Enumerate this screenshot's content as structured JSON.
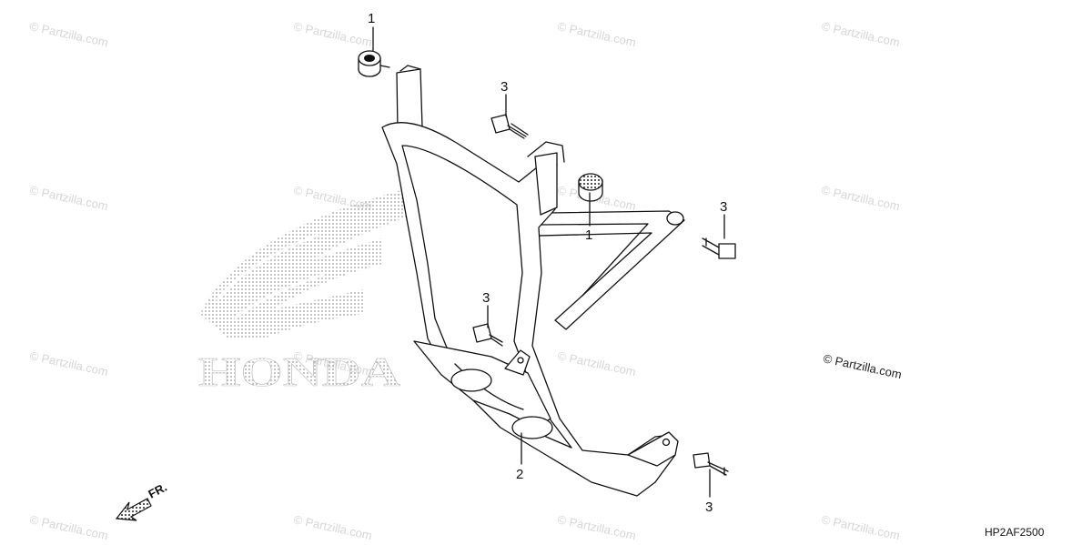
{
  "watermark": {
    "text": "© Partzilla.com"
  },
  "copyright": {
    "text": "© Partzilla.com"
  },
  "diagram_code": "HP2AF2500",
  "brand_logo": {
    "text": "HONDA"
  },
  "direction": {
    "label": "FR."
  },
  "callouts": [
    {
      "number": "1",
      "part": "grommet"
    },
    {
      "number": "1",
      "part": "grommet"
    },
    {
      "number": "3",
      "part": "bolt"
    },
    {
      "number": "3",
      "part": "bolt"
    },
    {
      "number": "3",
      "part": "bolt"
    },
    {
      "number": "3",
      "part": "bolt"
    },
    {
      "number": "2",
      "part": "front-guard"
    }
  ]
}
